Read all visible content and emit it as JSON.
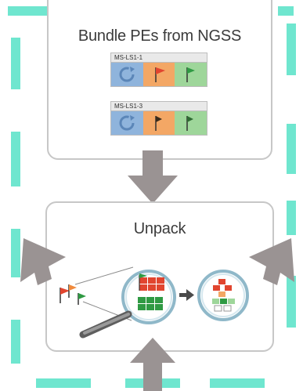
{
  "bundle_box": {
    "title": "Bundle PEs from NGSS",
    "cards": [
      {
        "label": "MS-LS1-1"
      },
      {
        "label": "MS-LS1-3"
      }
    ]
  },
  "unpack_box": {
    "title": "Unpack"
  },
  "colors": {
    "frame_dash": "#6fe6cf",
    "box_border": "#c7c7c7",
    "arrow": "#9a9393",
    "cell_blue": "#8fb4dc",
    "cell_orange": "#f3a765",
    "cell_green": "#9ed69a",
    "flag_red": "#e1452f",
    "flag_green": "#2f9a43"
  },
  "icons": [
    "circular-arrow-icon",
    "flag-icon",
    "magnifying-glass-icon",
    "right-arrow-icon"
  ]
}
